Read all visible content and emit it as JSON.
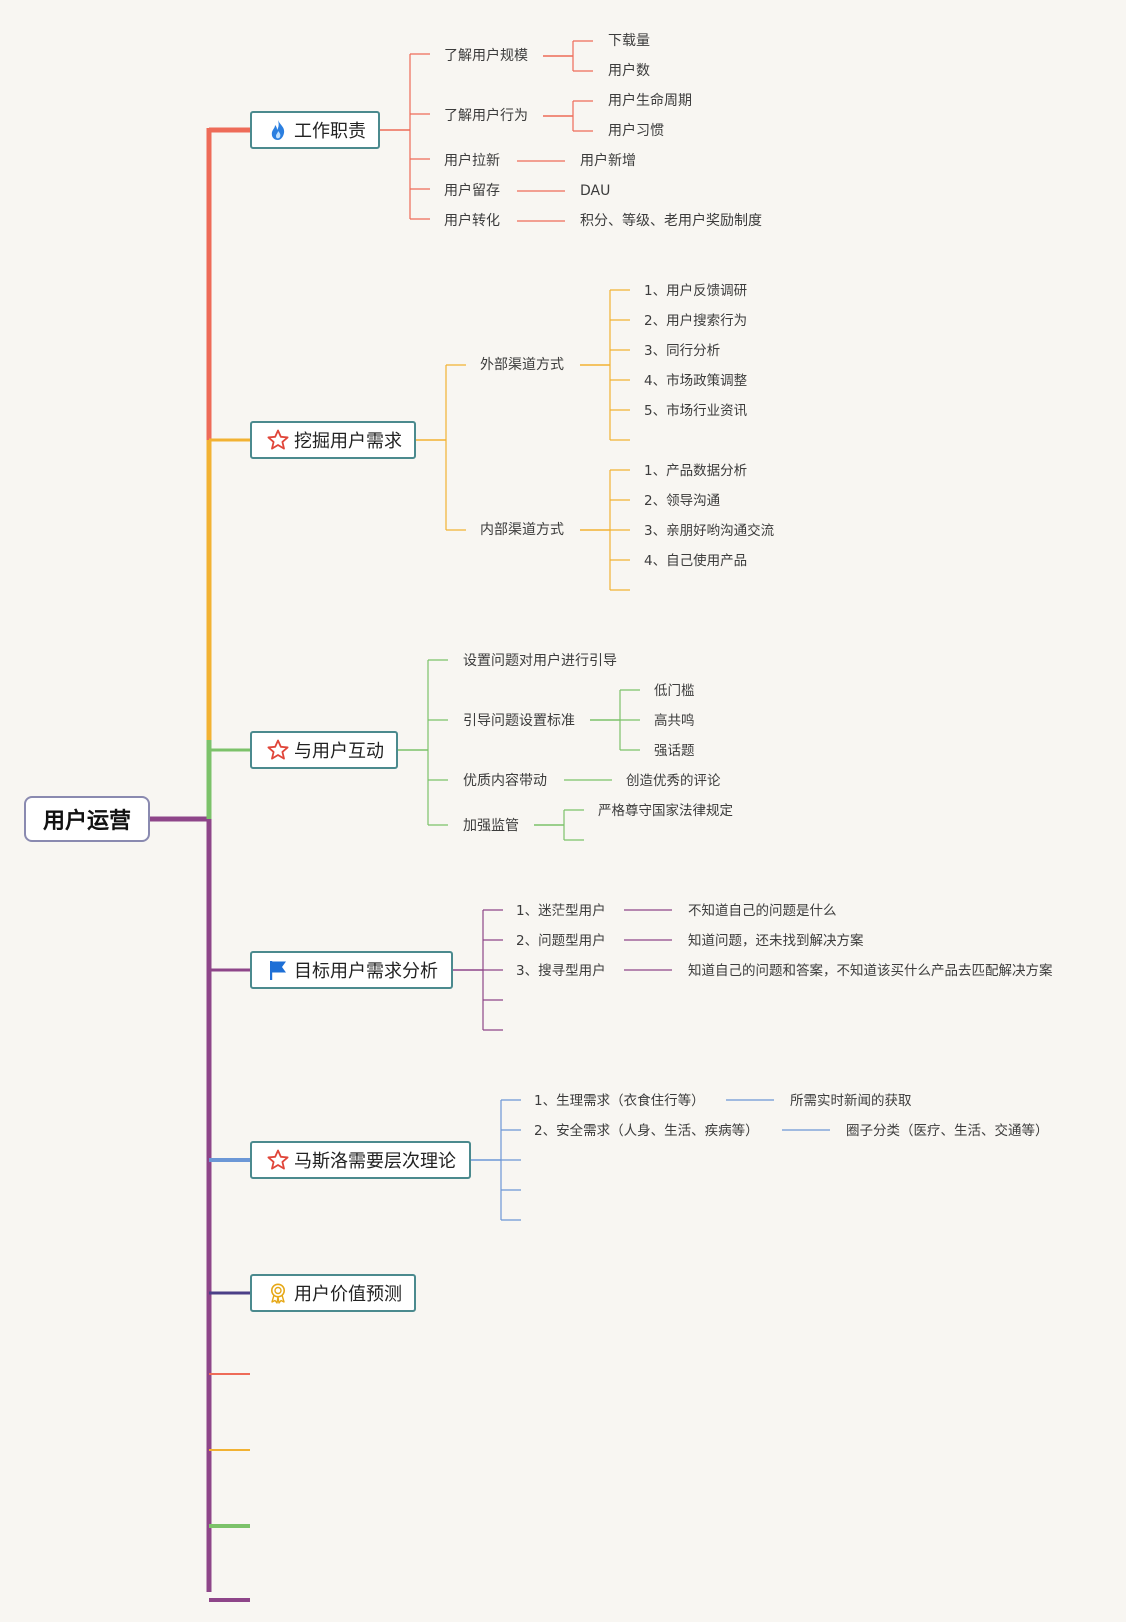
{
  "root": {
    "label": "用户运营"
  },
  "colors": {
    "red": "#ee6b58",
    "orange": "#f2b233",
    "green": "#7cc26a",
    "purple": "#8e4589",
    "blue": "#6c97d6",
    "indigo": "#4b3f87",
    "box_border": "#4b8a8e"
  },
  "branches": [
    {
      "label": "工作职责",
      "icon": "fire-icon",
      "children": [
        {
          "label": "了解用户规模",
          "children": [
            "下载量",
            "用户数"
          ]
        },
        {
          "label": "了解用户行为",
          "children": [
            "用户生命周期",
            "用户习惯"
          ]
        },
        {
          "label": "用户拉新",
          "children": [
            "用户新增"
          ]
        },
        {
          "label": "用户留存",
          "children": [
            "DAU"
          ]
        },
        {
          "label": "用户转化",
          "children": [
            "积分、等级、老用户奖励制度"
          ]
        }
      ]
    },
    {
      "label": "挖掘用户需求",
      "icon": "star-icon",
      "children": [
        {
          "label": "外部渠道方式",
          "children": [
            "1、用户反馈调研",
            "2、用户搜索行为",
            "3、同行分析",
            "4、市场政策调整",
            "5、市场行业资讯"
          ]
        },
        {
          "label": "内部渠道方式",
          "children": [
            "1、产品数据分析",
            "2、领导沟通",
            "3、亲朋好哟沟通交流",
            "4、自己使用产品"
          ]
        }
      ]
    },
    {
      "label": "与用户互动",
      "icon": "star-icon",
      "children": [
        {
          "label": "设置问题对用户进行引导",
          "children": []
        },
        {
          "label": "引导问题设置标准",
          "children": [
            "低门槛",
            "高共鸣",
            "强话题"
          ]
        },
        {
          "label": "优质内容带动",
          "children": [
            "创造优秀的评论"
          ]
        },
        {
          "label": "加强监管",
          "children": [
            "严格尊守国家法律规定"
          ]
        }
      ]
    },
    {
      "label": "目标用户需求分析",
      "icon": "flag-icon",
      "children": [
        {
          "label": "1、迷茫型用户",
          "children": [
            "不知道自己的问题是什么"
          ]
        },
        {
          "label": "2、问题型用户",
          "children": [
            "知道问题，还未找到解决方案"
          ]
        },
        {
          "label": "3、搜寻型用户",
          "children": [
            "知道自己的问题和答案，不知道该买什么产品去匹配解决方案"
          ]
        }
      ]
    },
    {
      "label": "马斯洛需要层次理论",
      "icon": "star-icon",
      "children": [
        {
          "label": "1、生理需求（衣食住行等）",
          "children": [
            "所需实时新闻的获取"
          ]
        },
        {
          "label": "2、安全需求（人身、生活、疾病等）",
          "children": [
            "圈子分类（医疗、生活、交通等）"
          ]
        }
      ]
    },
    {
      "label": "用户价值预测",
      "icon": "award-icon",
      "children": []
    }
  ]
}
